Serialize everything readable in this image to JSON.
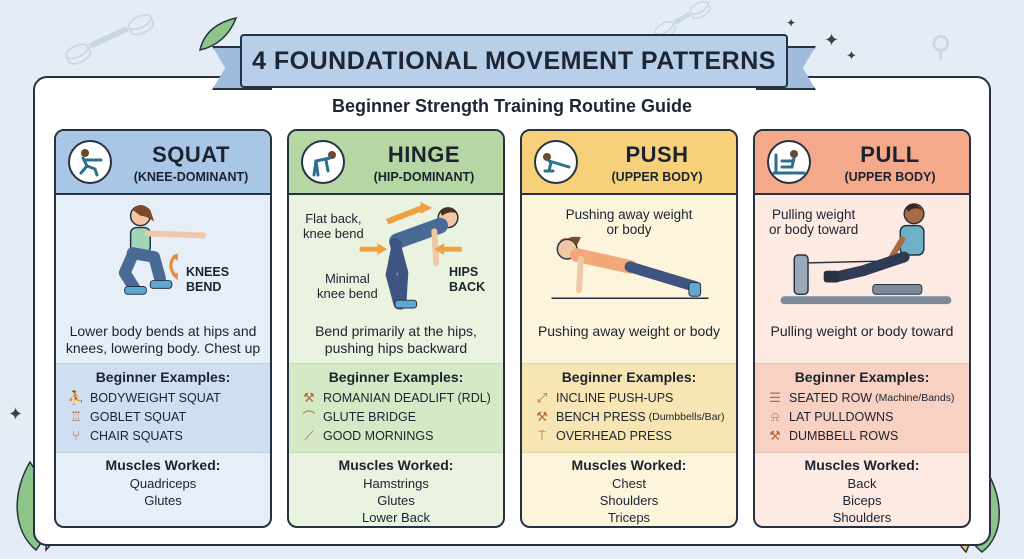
{
  "banner": {
    "title": "4 FOUNDATIONAL MOVEMENT PATTERNS",
    "subtitle": "Beginner Strength Training Routine Guide"
  },
  "colors": {
    "background": "#e4edf6",
    "blue": "#a9c6e6",
    "green": "#b6d7a4",
    "yellow": "#f7d07a",
    "orange": "#f4a98a",
    "outline": "#263241"
  },
  "cards": [
    {
      "title": "SQUAT",
      "subtitle": "(KNEE-DOMINANT)",
      "icon": "squat-figure-icon",
      "callouts": [
        "KNEES\nBEND"
      ],
      "description": "Lower body bends at hips and knees, lowering body. Chest up",
      "examples_title": "Beginner Examples:",
      "examples": [
        {
          "label": "BODYWEIGHT SQUAT",
          "note": "",
          "icon": "squat-mini-icon"
        },
        {
          "label": "GOBLET SQUAT",
          "note": "",
          "icon": "kettlebell-icon"
        },
        {
          "label": "CHAIR SQUATS",
          "note": "",
          "icon": "chair-icon"
        }
      ],
      "muscles_title": "Muscles Worked:",
      "muscles": [
        "Quadriceps",
        "Glutes"
      ]
    },
    {
      "title": "HINGE",
      "subtitle": "(HIP-DOMINANT)",
      "icon": "hinge-figure-icon",
      "callouts": [
        "Flat back,\nknee bend",
        "Minimal\nknee bend",
        "HIPS\nBACK"
      ],
      "description": "Bend primarily at the hips, pushing hips backward",
      "examples_title": "Beginner Examples:",
      "examples": [
        {
          "label": "ROMANIAN DEADLIFT (RDL)",
          "note": "",
          "icon": "dumbbell-icon"
        },
        {
          "label": "GLUTE BRIDGE",
          "note": "",
          "icon": "bridge-icon"
        },
        {
          "label": "GOOD MORNINGS",
          "note": "",
          "icon": "bar-icon"
        }
      ],
      "muscles_title": "Muscles Worked:",
      "muscles": [
        "Hamstrings",
        "Glutes",
        "Lower Back"
      ]
    },
    {
      "title": "PUSH",
      "subtitle": "(UPPER BODY)",
      "icon": "pushup-figure-icon",
      "callouts": [
        "Pushing away weight\nor body"
      ],
      "description": "Pushing away weight or body",
      "examples_title": "Beginner Examples:",
      "examples": [
        {
          "label": "INCLINE PUSH-UPS",
          "note": "",
          "icon": "incline-icon"
        },
        {
          "label": "BENCH PRESS",
          "note": "(Dumbbells/Bar)",
          "icon": "dumbbell-icon"
        },
        {
          "label": "OVERHEAD PRESS",
          "note": "",
          "icon": "press-icon"
        }
      ],
      "muscles_title": "Muscles Worked:",
      "muscles": [
        "Chest",
        "Shoulders",
        "Triceps"
      ]
    },
    {
      "title": "PULL",
      "subtitle": "(UPPER BODY)",
      "icon": "rowing-figure-icon",
      "callouts": [
        "Pulling weight\nor body toward"
      ],
      "description": "Pulling weight or body toward",
      "examples_title": "Beginner Examples:",
      "examples": [
        {
          "label": "SEATED ROW",
          "note": "(Machine/Bands)",
          "icon": "band-icon"
        },
        {
          "label": "LAT PULLDOWNS",
          "note": "",
          "icon": "pulldown-icon"
        },
        {
          "label": "DUMBBELL ROWS",
          "note": "",
          "icon": "dumbbell-icon"
        }
      ],
      "muscles_title": "Muscles Worked:",
      "muscles": [
        "Back",
        "Biceps",
        "Shoulders"
      ]
    }
  ]
}
